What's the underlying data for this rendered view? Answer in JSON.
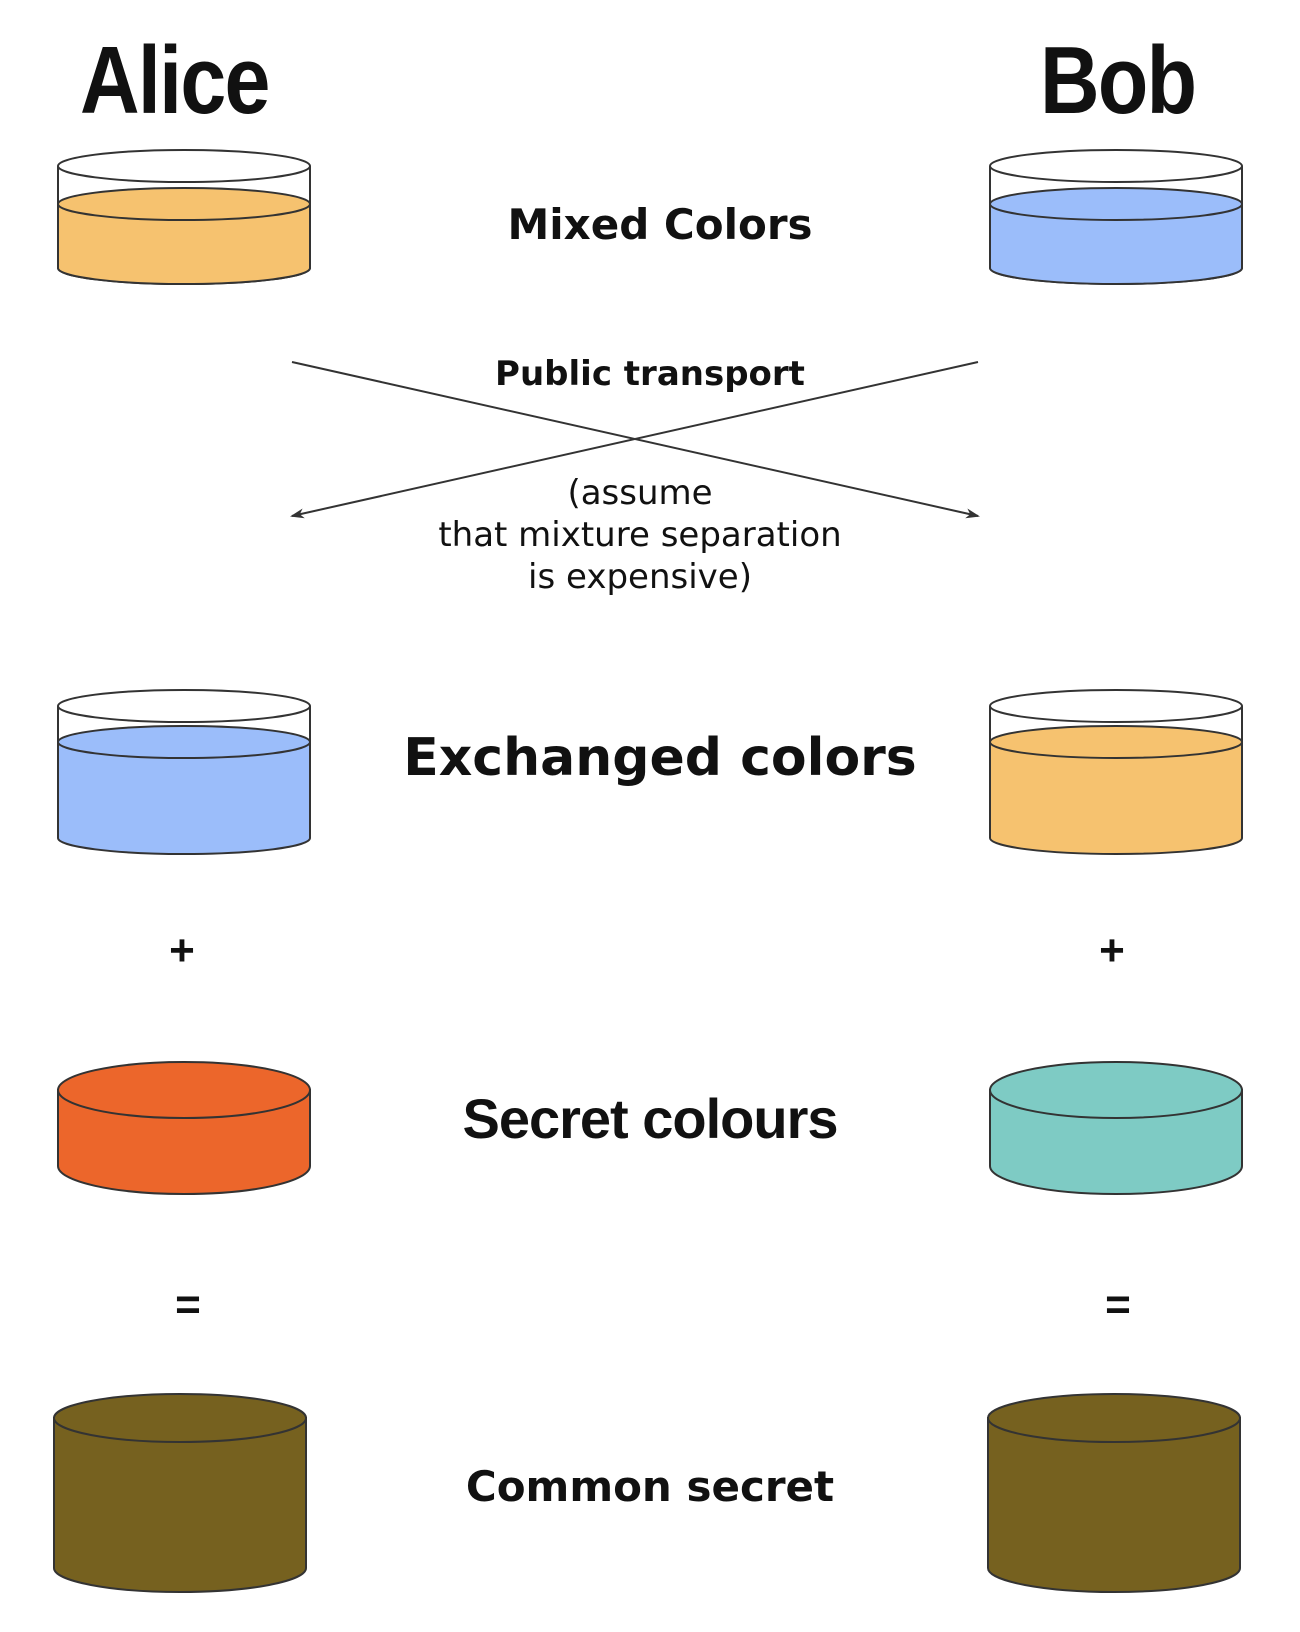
{
  "names": {
    "alice": "Alice",
    "bob": "Bob"
  },
  "rows": {
    "mixed": "Mixed Colors",
    "public": "Public transport",
    "note_lines": [
      "(assume",
      "that mixture separation",
      "is expensive)"
    ],
    "exchanged": "Exchanged colors",
    "secret": "Secret colours",
    "common": "Common secret"
  },
  "operators": {
    "plus": "+",
    "equals": "="
  },
  "colors": {
    "orange": "#f6c26f",
    "blue": "#9bbdfa",
    "red_orange": "#ec662b",
    "teal": "#7ecbc4",
    "brown": "#76611f",
    "stroke": "#333333"
  }
}
